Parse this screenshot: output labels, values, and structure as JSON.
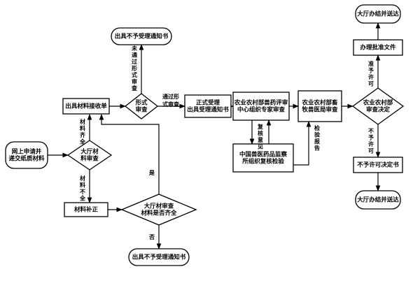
{
  "nodes": {
    "apply": [
      "网上申请并",
      "递交纸质材料"
    ],
    "hall_check": [
      "大厅材",
      "料审查"
    ],
    "supplement": [
      "材料补正"
    ],
    "hall_complete": [
      "大厅材审查",
      "材料是否齐全"
    ],
    "reject_bottom": [
      "出具不予受理通知书"
    ],
    "receipt": [
      "出具材料接收单"
    ],
    "formal_check": [
      "形式",
      "审查"
    ],
    "reject_top": [
      "出具不予受理通知书"
    ],
    "accept": [
      "正式受理",
      "出具受理通知书"
    ],
    "expert_review": [
      "农业农村部兽药评审",
      "中心组织专家审查"
    ],
    "lab_test": [
      "中国兽医药品监察",
      "所组织复核检验"
    ],
    "bureau_review": [
      "农业农村部畜",
      "牧兽医局审查"
    ],
    "decision": [
      "农业农村部",
      "审查决定"
    ],
    "approve_doc": [
      "办理批准文件"
    ],
    "deny_doc": [
      "不予许可决定书"
    ],
    "done_top": [
      "大厅办结并送达"
    ],
    "done_bottom": [
      "大厅办结并送达"
    ]
  },
  "edge_labels": {
    "materials_complete": [
      "材",
      "料",
      "齐",
      "全"
    ],
    "materials_incomplete": [
      "材",
      "料",
      "不",
      "全"
    ],
    "failed_formal": [
      "未",
      "通",
      "过",
      "形",
      "式",
      "审",
      "查"
    ],
    "passed_formal": [
      "通过形",
      "式审查"
    ],
    "yes": "是",
    "no": "否",
    "recheck_opinion": [
      "复",
      "核",
      "意",
      "见"
    ],
    "test_report": [
      "检",
      "验",
      "报",
      "告"
    ],
    "permit": [
      "准",
      "予",
      "许",
      "可"
    ],
    "not_permit": [
      "不",
      "予",
      "许",
      "可"
    ]
  }
}
